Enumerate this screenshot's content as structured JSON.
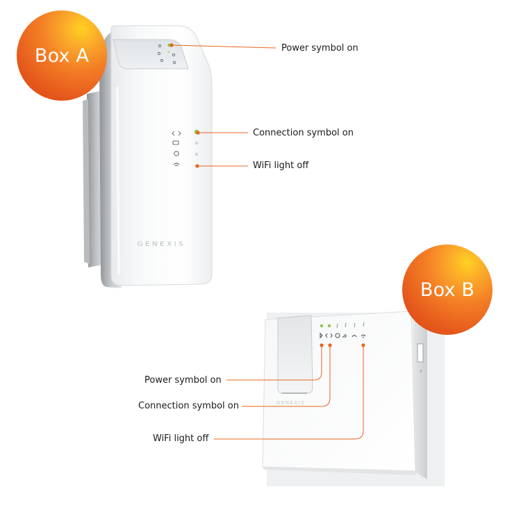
{
  "box_a": {
    "badge_label": "Box A",
    "brand": "GENEXIS",
    "callouts": {
      "power": "Power symbol on",
      "connection": "Connection symbol on",
      "wifi": "WiFi light off"
    }
  },
  "box_b": {
    "badge_label": "Box B",
    "callouts": {
      "power": "Power symbol on",
      "connection": "Connection symbol on",
      "wifi": "WiFi light off"
    }
  },
  "colors": {
    "callout_line": "#e8641e",
    "led_on": "#8cc63f",
    "badge_orange": "#e4561b",
    "badge_yellow": "#ffd21f"
  }
}
